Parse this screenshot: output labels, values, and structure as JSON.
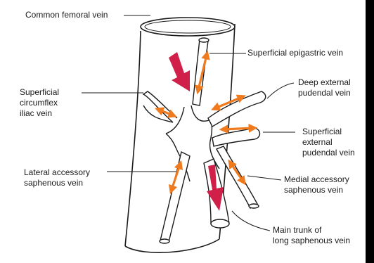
{
  "colors": {
    "background": "#ffffff",
    "outline": "#1a1a1a",
    "arrow_orange": "#f07a1e",
    "arrow_crimson": "#d0204a",
    "edge_strip": "#000000"
  },
  "labels": {
    "common_femoral": "Common femoral vein",
    "superficial_epigastric": "Superficial epigastric vein",
    "deep_external_pudendal": "Deep external\npudendal vein",
    "superficial_circumflex_iliac": "Superficial\ncircumflex\niliac vein",
    "superficial_external_pudendal": "Superficial\nexternal\npudendal vein",
    "lateral_accessory_saphenous": "Lateral accessory\nsaphenous vein",
    "medial_accessory_saphenous": "Medial accessory\nsaphenous vein",
    "main_trunk": "Main trunk of\nlong saphenous vein"
  }
}
